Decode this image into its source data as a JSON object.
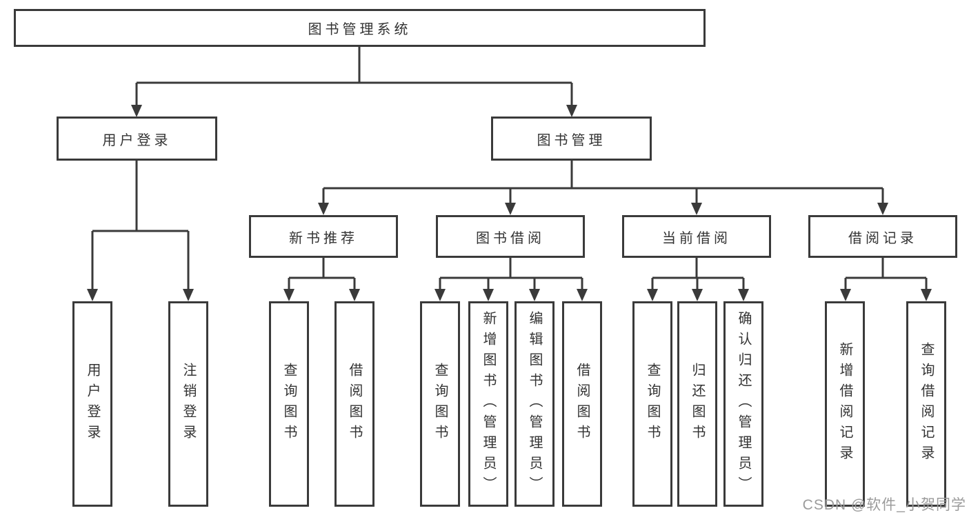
{
  "diagram": {
    "root": {
      "label": "图书管理系统"
    },
    "level2": [
      {
        "label": "用户登录"
      },
      {
        "label": "图书管理"
      }
    ],
    "level3": [
      {
        "label": "新书推荐"
      },
      {
        "label": "图书借阅"
      },
      {
        "label": "当前借阅"
      },
      {
        "label": "借阅记录"
      }
    ],
    "leaves": [
      {
        "label": "用户登录",
        "parent": "用户登录"
      },
      {
        "label": "注销登录",
        "parent": "用户登录"
      },
      {
        "label": "查询图书",
        "parent": "新书推荐"
      },
      {
        "label": "借阅图书",
        "parent": "新书推荐"
      },
      {
        "label": "查询图书",
        "parent": "图书借阅"
      },
      {
        "label": "新增图书（管理员）",
        "parent": "图书借阅"
      },
      {
        "label": "编辑图书（管理员）",
        "parent": "图书借阅"
      },
      {
        "label": "借阅图书",
        "parent": "图书借阅"
      },
      {
        "label": "查询图书",
        "parent": "当前借阅"
      },
      {
        "label": "归还图书",
        "parent": "当前借阅"
      },
      {
        "label": "确认归还（管理员）",
        "parent": "当前借阅"
      },
      {
        "label": "新增借阅记录",
        "parent": "借阅记录"
      },
      {
        "label": "查询借阅记录",
        "parent": "借阅记录"
      }
    ]
  },
  "watermark": {
    "text": "CSDN @软件_小贺同学"
  },
  "colors": {
    "line": "#3a3a3a",
    "text": "#333333",
    "background": "#ffffff",
    "watermark": "#9b9b9b"
  }
}
